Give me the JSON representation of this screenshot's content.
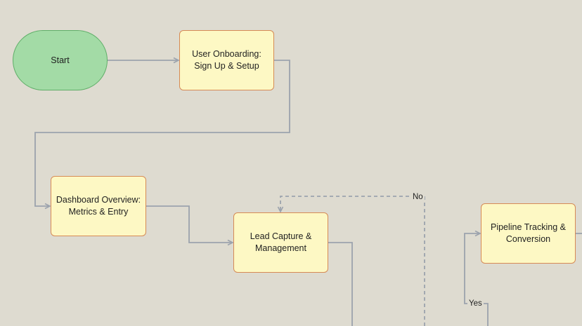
{
  "diagram": {
    "nodes": [
      {
        "id": "start",
        "label": "Start",
        "shape": "terminal"
      },
      {
        "id": "onboarding",
        "label": "User Onboarding:\nSign Up & Setup",
        "shape": "process"
      },
      {
        "id": "dashboard",
        "label": "Dashboard Overview:\nMetrics & Entry",
        "shape": "process"
      },
      {
        "id": "lead",
        "label": "Lead Capture &\nManagement",
        "shape": "process"
      },
      {
        "id": "pipeline",
        "label": "Pipeline Tracking &\nConversion",
        "shape": "process"
      }
    ],
    "edge_labels": {
      "no": "No",
      "yes": "Yes"
    },
    "colors": {
      "background": "#dedbd0",
      "process_fill": "#fdf8c4",
      "process_border": "#d68a55",
      "terminal_fill": "#a3dba6",
      "terminal_border": "#5fae68",
      "edge": "#9ca3ad"
    }
  }
}
